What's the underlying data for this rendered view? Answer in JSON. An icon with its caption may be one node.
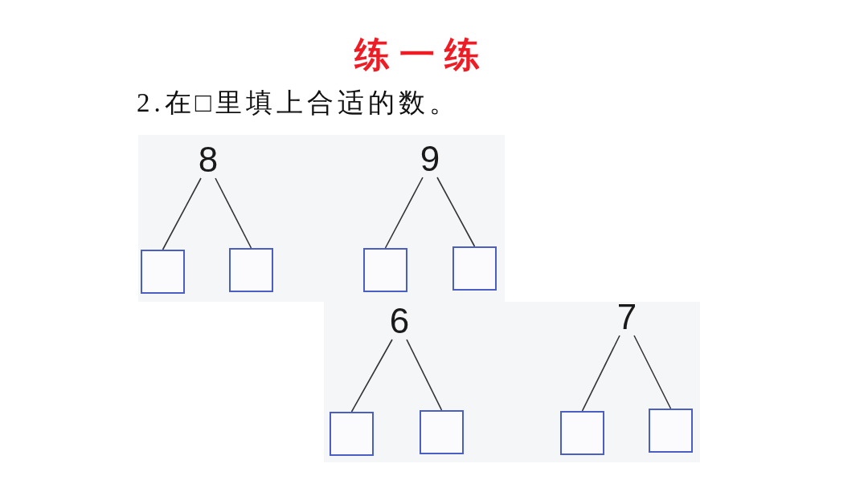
{
  "diagram": {
    "title": "练一练",
    "nodes": [
      {
        "text": [
          "8"
        ]
      },
      {
        "text": [],
        "shape": "box"
      },
      {
        "text": [],
        "shape": "box"
      },
      {
        "text": [
          "9"
        ]
      },
      {
        "text": [],
        "shape": "box"
      },
      {
        "text": [],
        "shape": "box"
      },
      {
        "text": [
          "6"
        ]
      },
      {
        "text": [],
        "shape": "box"
      },
      {
        "text": [],
        "shape": "box"
      },
      {
        "text": [
          "7"
        ]
      },
      {
        "text": [],
        "shape": "box"
      },
      {
        "text": [],
        "shape": "box"
      }
    ],
    "edges": [
      {
        "from": 0,
        "to": 1,
        "arrow": "none"
      },
      {
        "from": 0,
        "to": 2,
        "arrow": "none"
      },
      {
        "from": 3,
        "to": 4,
        "arrow": "none"
      },
      {
        "from": 3,
        "to": 5,
        "arrow": "none"
      },
      {
        "from": 6,
        "to": 7,
        "arrow": "none"
      },
      {
        "from": 6,
        "to": 8,
        "arrow": "none"
      },
      {
        "from": 9,
        "to": 10,
        "arrow": "none"
      },
      {
        "from": 9,
        "to": 11,
        "arrow": "none"
      }
    ],
    "labels": [
      "2.在□里填上合适的数。"
    ]
  }
}
